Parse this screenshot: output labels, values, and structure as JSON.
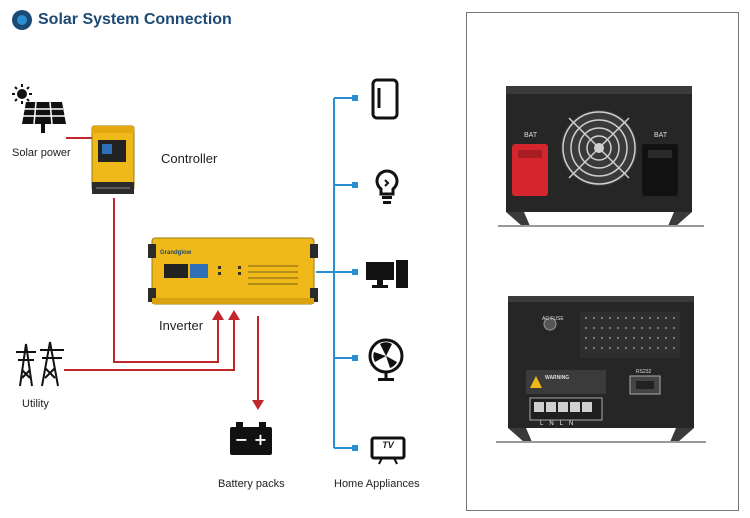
{
  "title": "Solar System Connection",
  "labels": {
    "solar_power": "Solar power",
    "controller": "Controller",
    "inverter": "Inverter",
    "utility": "Utility",
    "battery_packs": "Battery packs",
    "home_appliances": "Home Appliances"
  },
  "photo_top": {
    "bat_left": "BAT",
    "bat_right": "BAT"
  },
  "photo_bottom": {
    "ac_fuse": "AC FUSE",
    "rs232": "RS232",
    "warning": "WARNING",
    "terminals": [
      "L",
      "N",
      "L",
      "N"
    ]
  },
  "brand": "Grandglow",
  "battery_symbol": "− +",
  "tv_symbol": "TV",
  "colors": {
    "title": "#1c4a74",
    "red_line": "#c0262c",
    "blue_line": "#2a8fd0",
    "device_yellow": "#f0b91a",
    "device_dark": "#2b2b2b"
  },
  "icons": [
    "sun-icon",
    "solar-panel-icon",
    "power-tower-icon",
    "battery-icon",
    "fridge-icon",
    "light-bulb-icon",
    "monitor-icon",
    "fan-icon",
    "tv-icon"
  ]
}
